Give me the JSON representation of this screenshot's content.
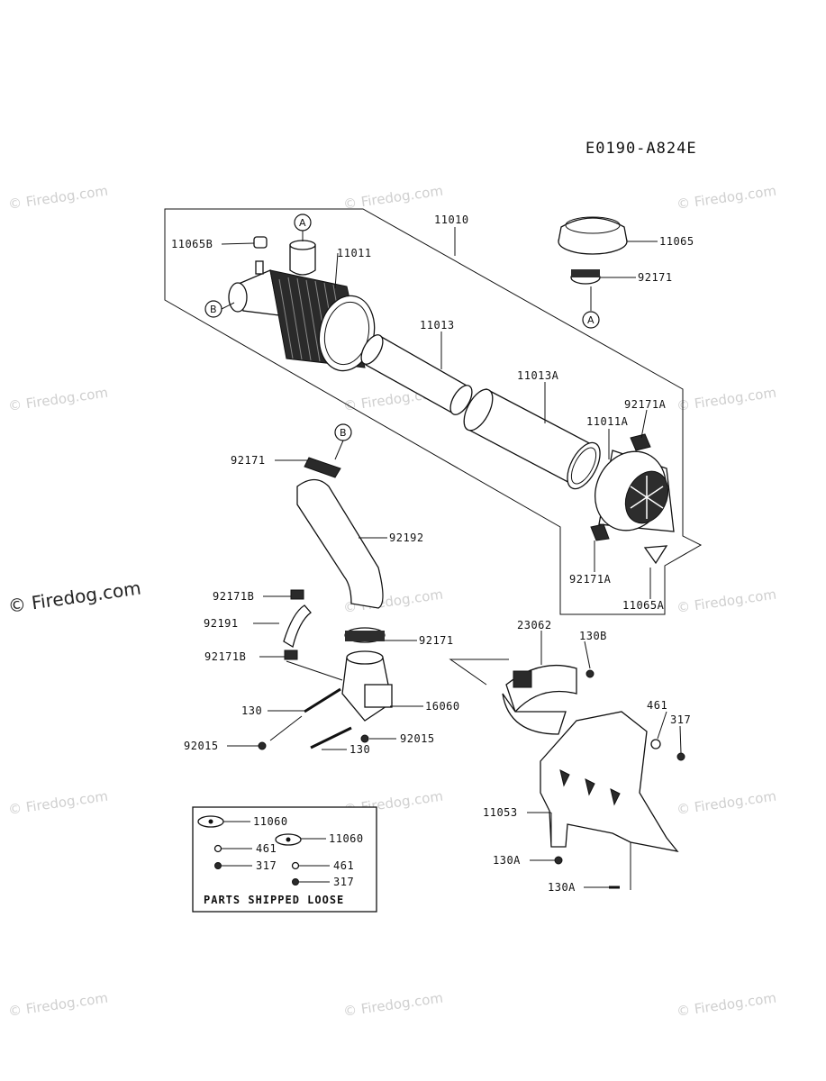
{
  "diagram_code": "E0190-A824E",
  "watermark": "© Firedog.com",
  "callouts": {
    "a": "A",
    "b": "B"
  },
  "loose_box": {
    "title": "PARTS SHIPPED LOOSE",
    "items": [
      "11060",
      "461",
      "317",
      "11060",
      "461",
      "317"
    ]
  },
  "labels": {
    "p11010": "11010",
    "p11065B": "11065B",
    "p11011": "11011",
    "p11065": "11065",
    "p92171_top": "92171",
    "p11013": "11013",
    "p11013A": "11013A",
    "p92171A_top": "92171A",
    "p11011A": "11011A",
    "p92171_b": "92171",
    "p92192": "92192",
    "p92171A_bot": "92171A",
    "p11065A": "11065A",
    "p92171B_top": "92171B",
    "p92191": "92191",
    "p92171_clamp": "92171",
    "p92171B_bot": "92171B",
    "p23062": "23062",
    "p130B": "130B",
    "p130_a": "130",
    "p16060": "16060",
    "p461": "461",
    "p317": "317",
    "p92015_a": "92015",
    "p92015_b": "92015",
    "p130_b": "130",
    "p11053": "11053",
    "p130A_a": "130A",
    "p130A_b": "130A"
  }
}
